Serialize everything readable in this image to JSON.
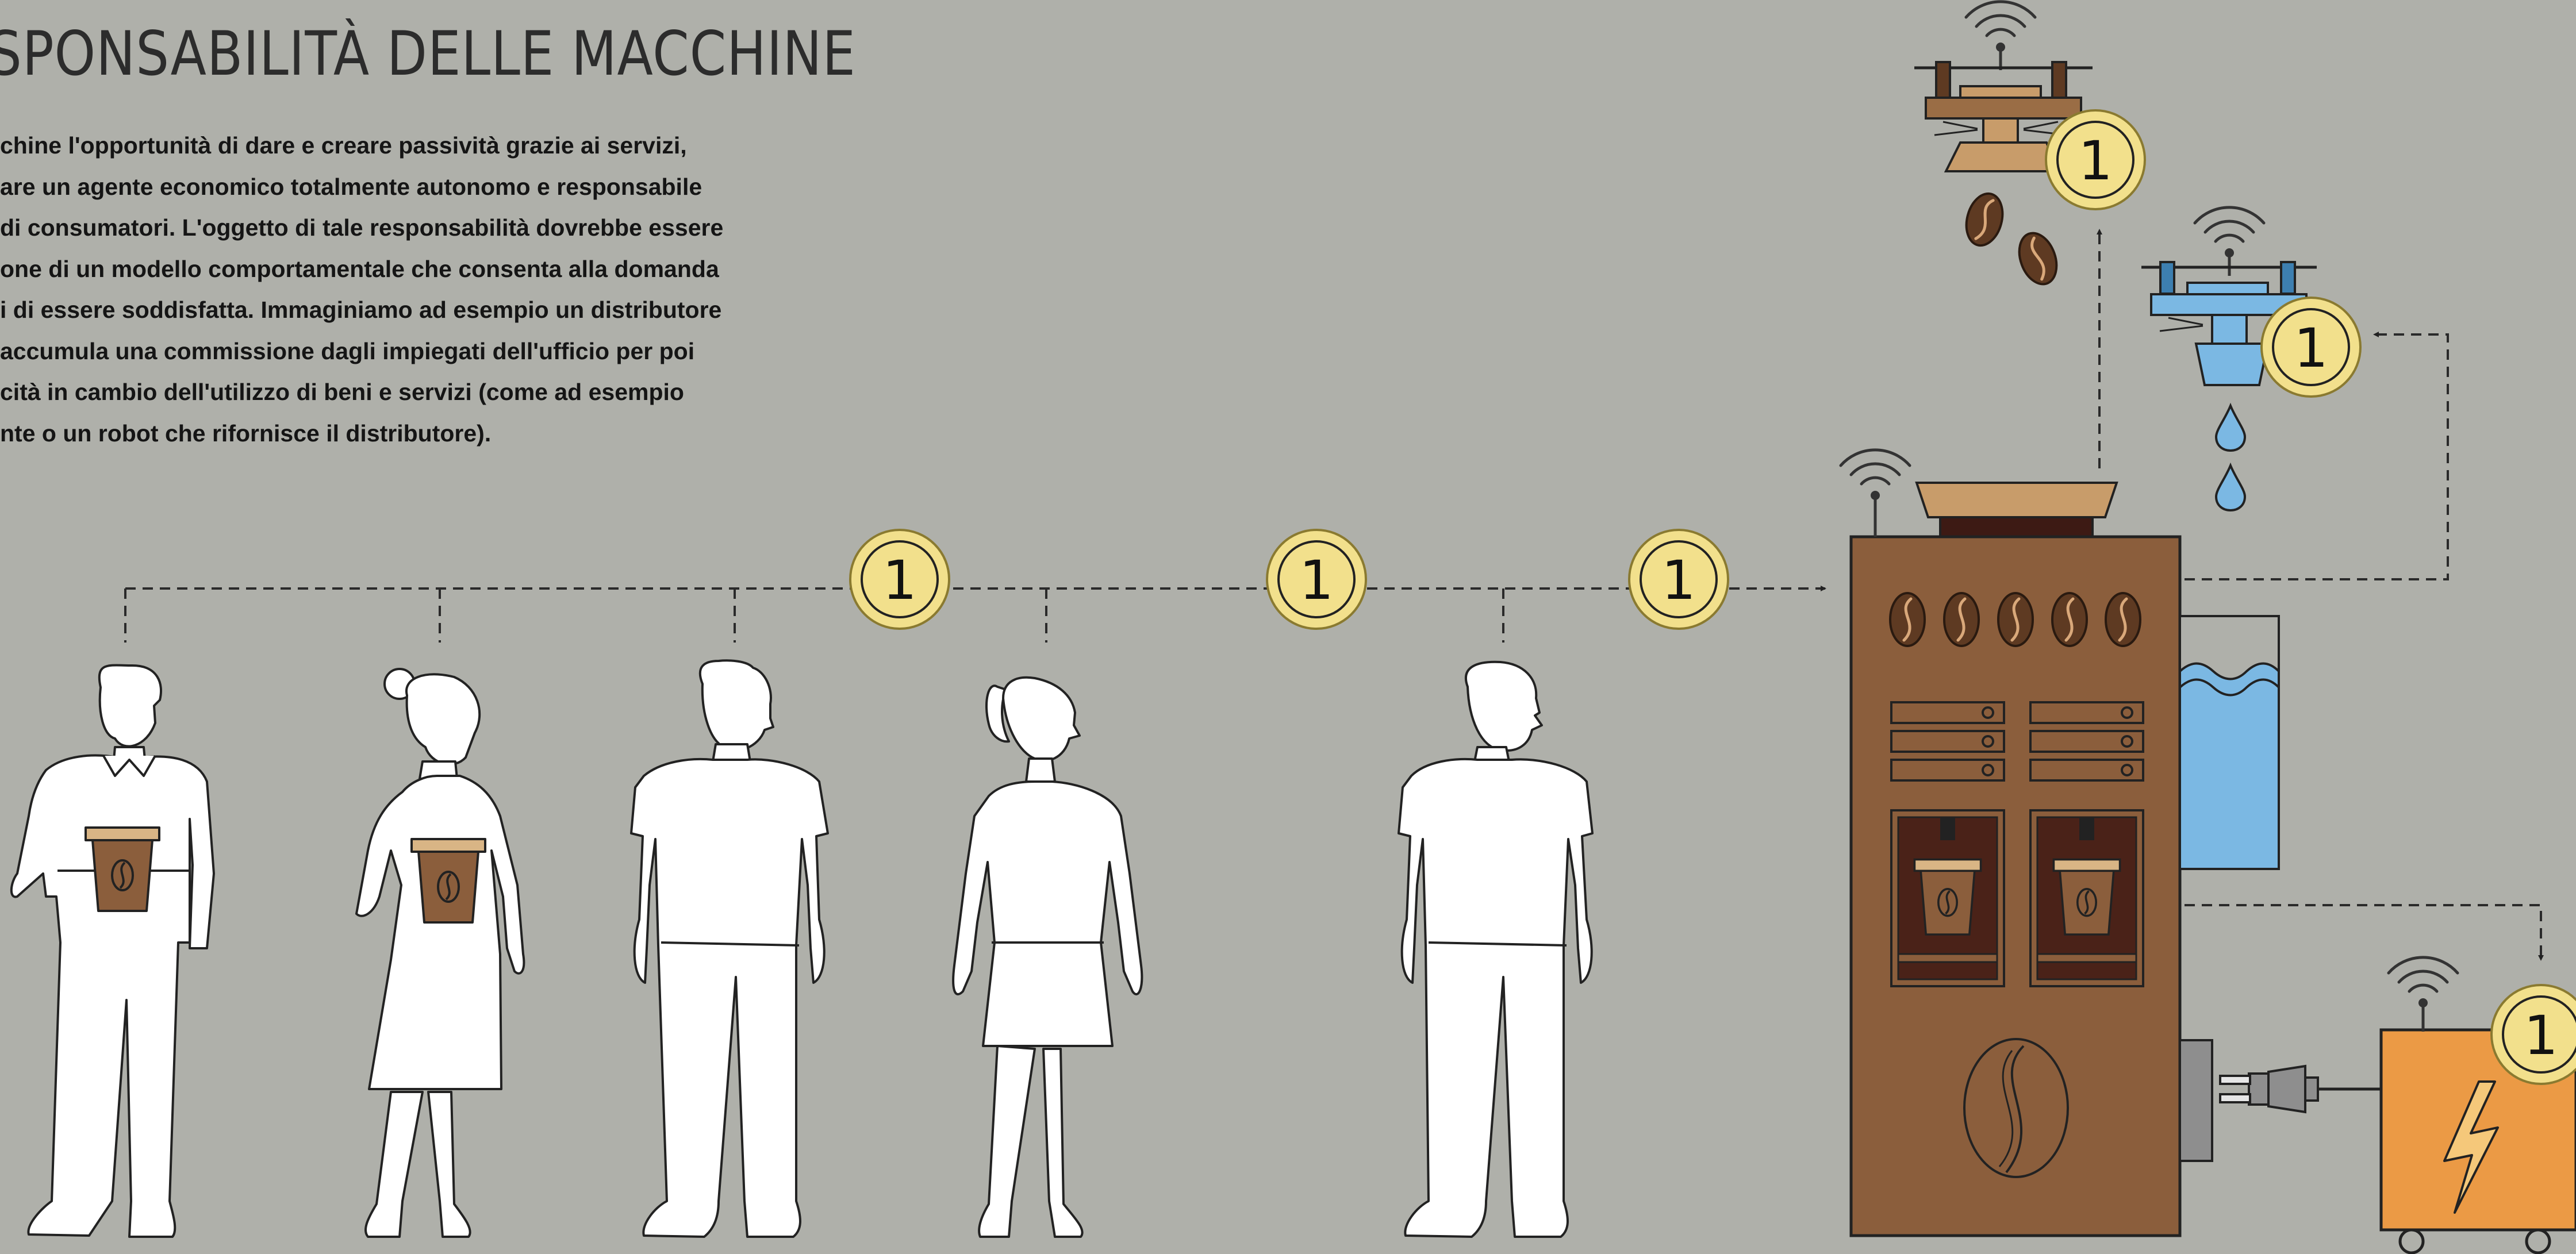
{
  "title": "SPONSABILITÀ DELLE MACCHINE",
  "paragraph_lines": [
    "chine l'opportunità di dare e creare passività grazie ai servizi,",
    "are un agente economico totalmente autonomo e responsabile",
    "di consumatori. L'oggetto di tale responsabilità dovrebbe essere",
    "one di un modello comportamentale che consenta alla domanda",
    "i di essere soddisfatta. Immaginiamo ad esempio un distributore",
    "accumula una commissione dagli impiegati dell'ufficio per poi",
    "cità in cambio dell'utilizzo di beni e servizi (come ad esempio",
    "nte o un robot che rifornisce il distributore)."
  ],
  "coin_value": "1",
  "people": [
    {
      "name": "man-with-cup",
      "gender": "male",
      "holding_cup": true
    },
    {
      "name": "woman-with-cup",
      "gender": "female",
      "holding_cup": true
    },
    {
      "name": "man-curly-hair",
      "gender": "male",
      "holding_cup": false
    },
    {
      "name": "woman-ponytail",
      "gender": "female",
      "holding_cup": false
    },
    {
      "name": "man-looking-right",
      "gender": "male",
      "holding_cup": false
    }
  ],
  "actors": [
    {
      "name": "coffee-supplier-drone"
    },
    {
      "name": "water-supplier-drone"
    },
    {
      "name": "vending-machine"
    },
    {
      "name": "water-tank"
    },
    {
      "name": "power-supply"
    }
  ],
  "colors": {
    "background": "#afb0aa",
    "machine": "#8b5e3c",
    "coin": "#f2e08c",
    "water": "#7bb8e3",
    "power": "#eb9a45",
    "supplier_tan": "#c89c6a",
    "supplier_brown": "#9a6d45",
    "bean": "#5e3a22"
  }
}
